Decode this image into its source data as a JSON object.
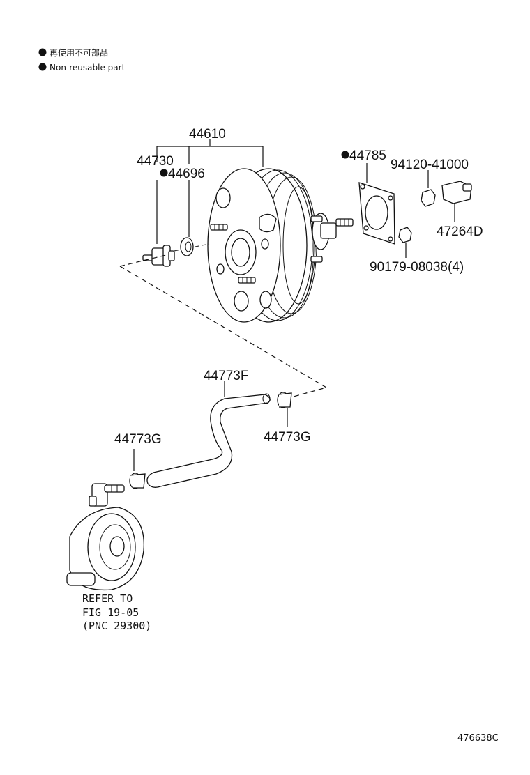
{
  "legend": {
    "line_jp": "再使用不可部品",
    "line_en": "Non-reusable part"
  },
  "parts": {
    "p44610": "44610",
    "p44730": "44730",
    "p44696": "44696",
    "p44785": "44785",
    "p94120": "94120-41000",
    "p47264D": "47264D",
    "p90179": "90179-08038(4)",
    "p44773F": "44773F",
    "p44773G_right": "44773G",
    "p44773G_left": "44773G"
  },
  "reference": {
    "line1": "REFER TO",
    "line2": "FIG 19-05",
    "line3": "(PNC 29300)"
  },
  "diagram_code": "476638C"
}
